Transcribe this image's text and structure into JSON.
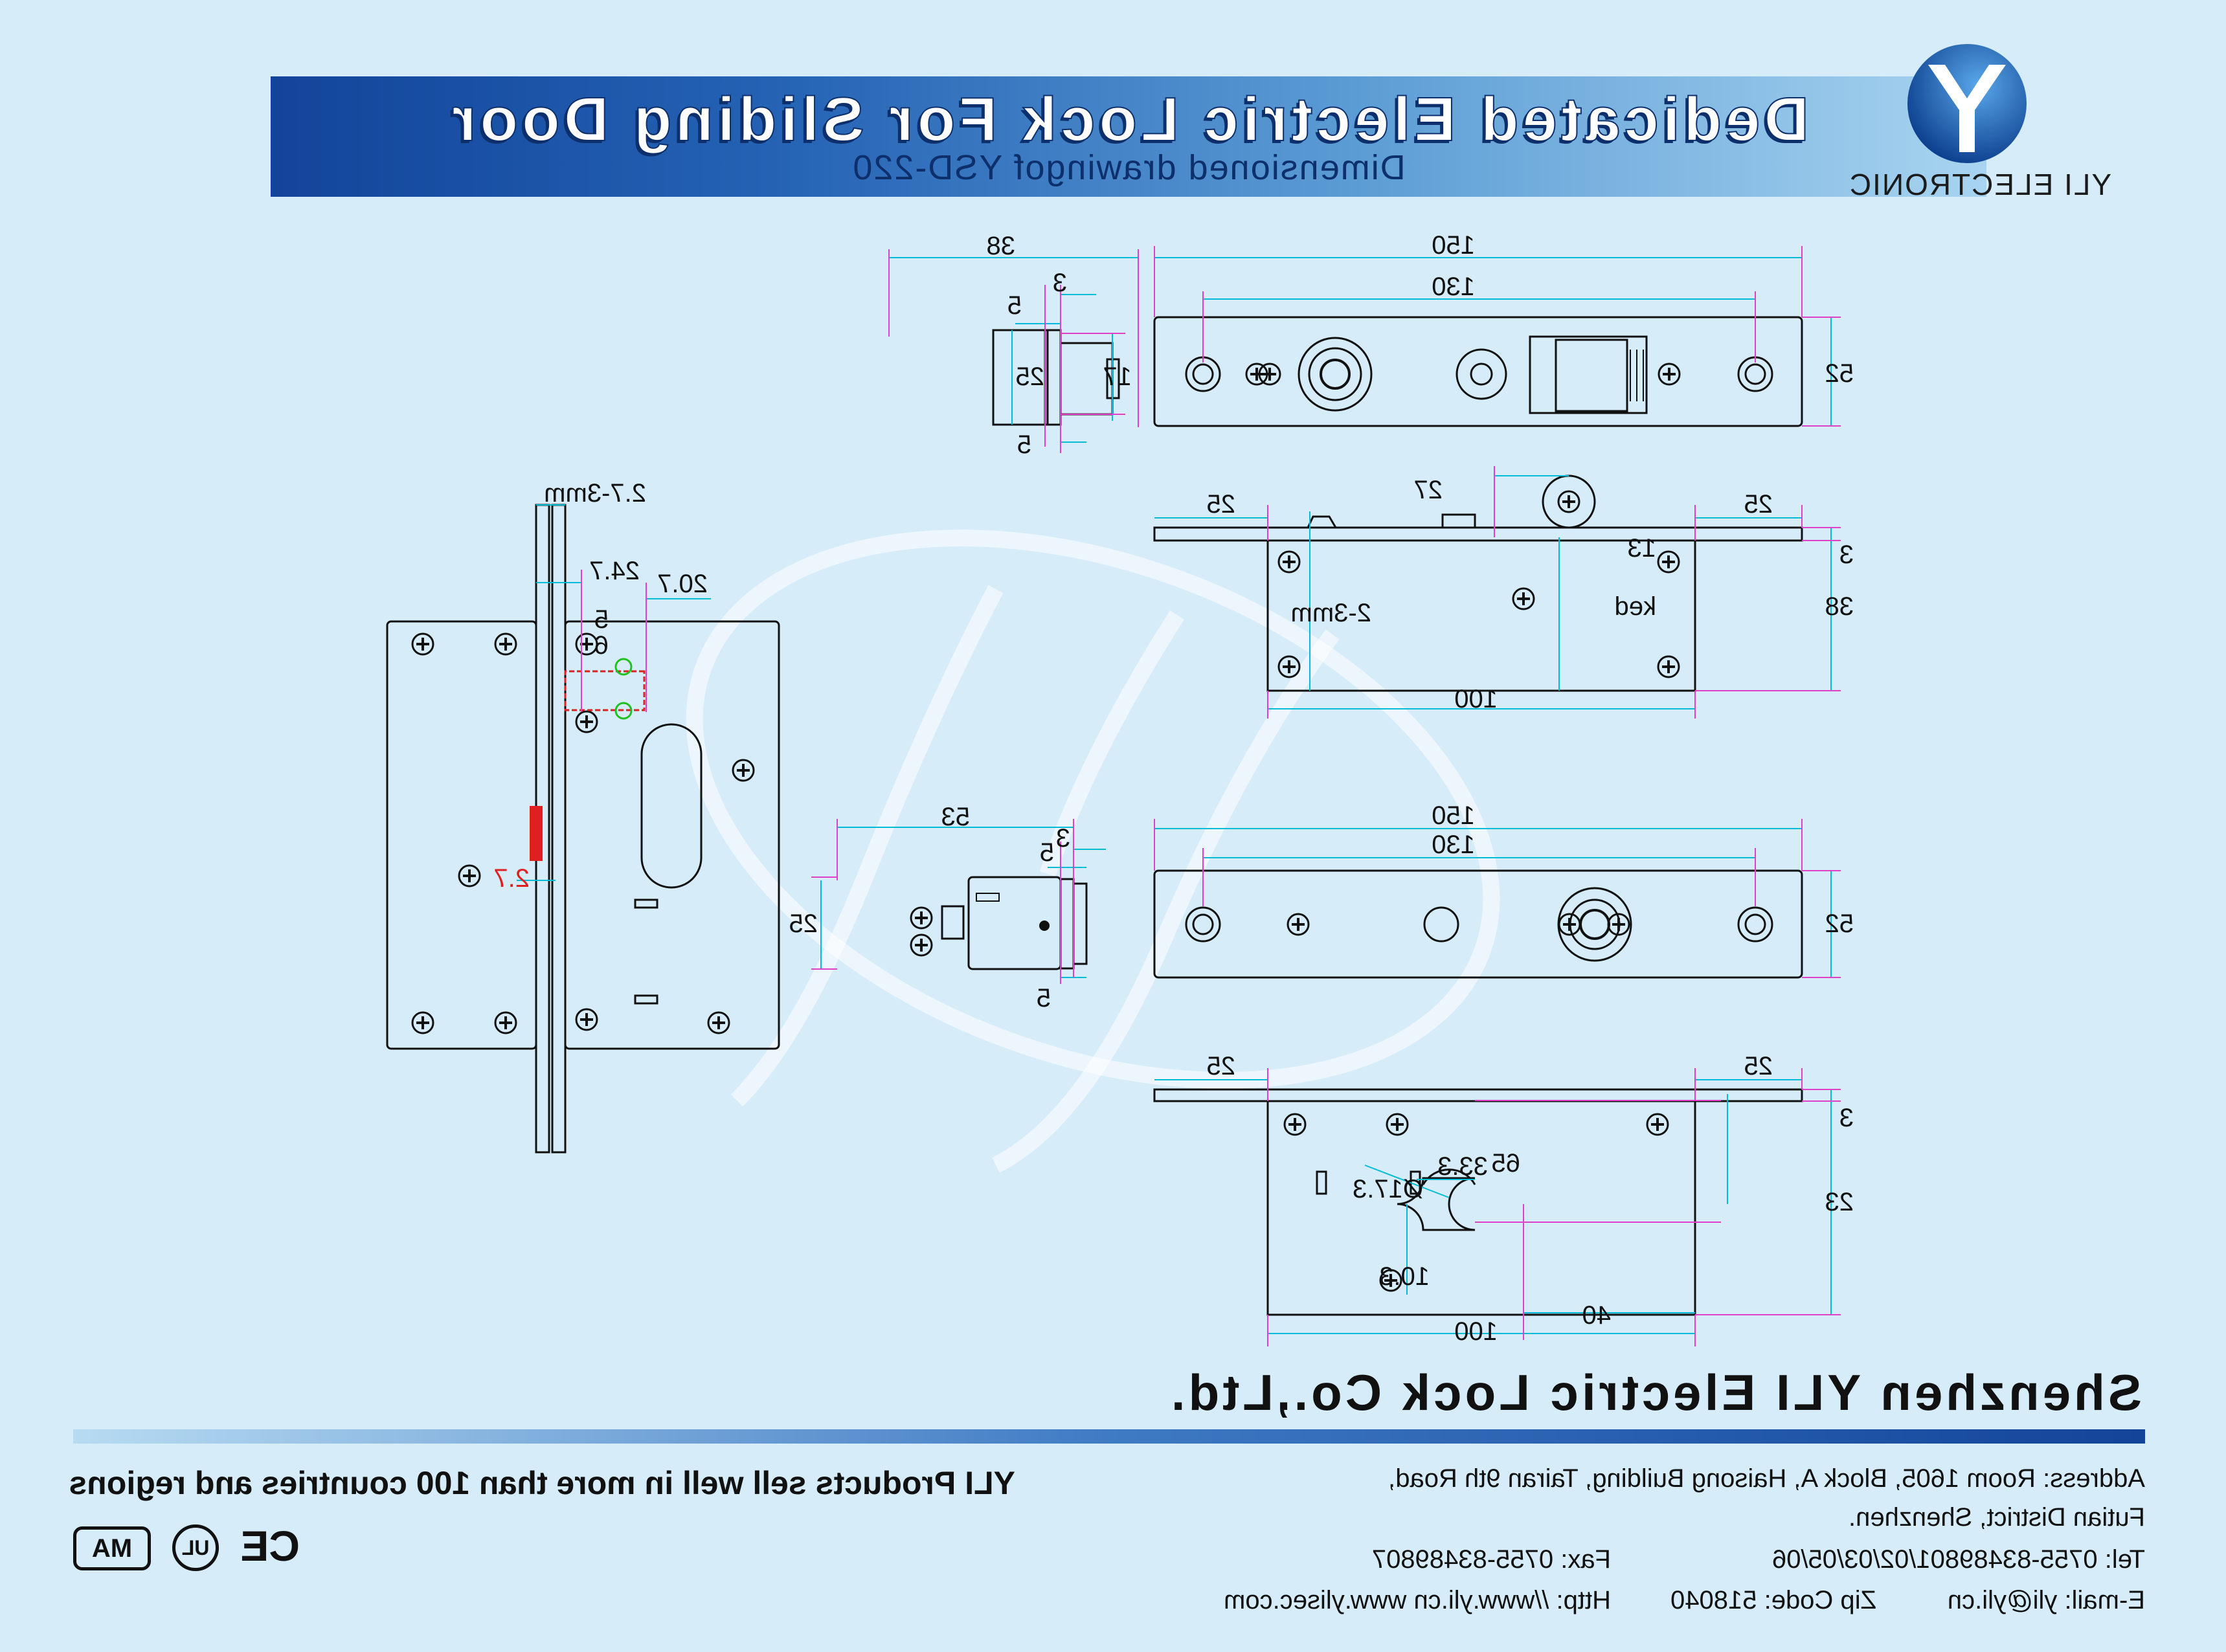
{
  "header": {
    "title": "Dedicated Electric Lock For Sliding Door",
    "subtitle": "Dimensioned drawingof YSD-220",
    "brand": "YLI ELECTRONIC"
  },
  "dimensions": {
    "side_width": "38",
    "side_t3": "3",
    "side_t5a": "5",
    "side_h25": "25",
    "side_h17": "17",
    "side_t5b": "5",
    "top_total": "150",
    "top_holes": "130",
    "top_height": "52",
    "front_flange_l": "25",
    "front_flange_r": "25",
    "front_bolt_proj": "27",
    "front_screw": "2-3mm",
    "front_key": "13",
    "front_key_label": "ked",
    "front_3": "3",
    "front_38": "38",
    "front_100": "100",
    "pin_gap": "2.7-3mm",
    "pin_24_7": "24.7",
    "pin_20_7": "20.7",
    "pin_5": "5",
    "pin_6": "6",
    "pin_2_7": "2.7",
    "side2_53": "53",
    "side2_3": "3",
    "side2_5a": "5",
    "side2_25": "25",
    "side2_5b": "5",
    "bot_total": "150",
    "bot_holes": "130",
    "bot_height": "52",
    "bf_flange_l": "25",
    "bf_flange_r": "25",
    "bf_3": "3",
    "bf_65": "65",
    "bf_23": "23",
    "bf_33": "33.3",
    "bf_dia": "Ø17.3",
    "bf_10": "10.3",
    "bf_40": "40",
    "bf_100": "100"
  },
  "footer": {
    "company": "Shenzhen YLI Electric Lock Co.,Ltd.",
    "slogan": "YLI Products sell well in more than 100 countries and regions",
    "address_1": "Address: Room 1605, Block A, Haisong Building, Tairan 9th Road,",
    "address_2": "Futian District, Shenzhen.",
    "tel": "Tel: 0755-83489801/02/03/05/06",
    "fax": "Fax: 0755-83489807",
    "email": "E-mail: yli@yli.cn",
    "zip": "Zip Code: 518040",
    "http": "Http: //www.yli.cn   www.ylisec.com",
    "cert_ce": "CE",
    "cert_ul": "UL",
    "cert_ma": "MA"
  },
  "colors": {
    "background": "#d6ecf8",
    "banner_dark": "#12449a",
    "banner_light": "#a8d4f0",
    "dimension_line": "#00bcd4",
    "extension_line": "#e040c8",
    "outline": "#111111",
    "highlight_red": "#e02020",
    "accent_green": "#20c020"
  },
  "icons": [
    "yli-logo-icon",
    "ce-mark-icon",
    "ul-mark-icon",
    "cma-mark-icon"
  ]
}
